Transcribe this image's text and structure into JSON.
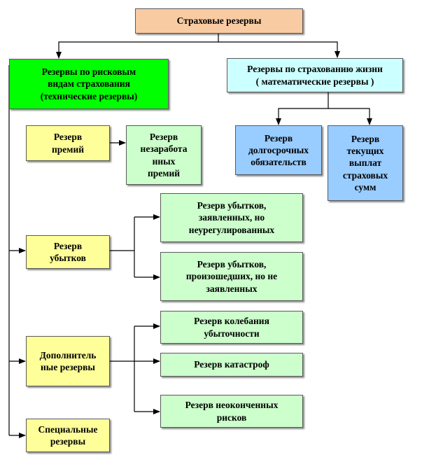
{
  "colors": {
    "root": "#F8CBA2",
    "risk": "#00FF00",
    "life": "#CCFFFF",
    "yellow": "#FFFF9A",
    "lightgreen": "#CCFFCC",
    "blue": "#99CCFF",
    "line": "#000000"
  },
  "nodes": {
    "root": "Страховые резервы",
    "risk": "Резервы по рисковым\nвидам страхования\n(технические резервы)",
    "life": "Резервы по страхованию жизни\n( математические резервы )",
    "premiums": "Резерв\nпремий",
    "unearned": "Резерв\nнезаработа\nнных\nпремий",
    "longterm": "Резерв\nдолгосрочных\nобязательств",
    "current_payments": "Резерв\nтекущих\nвыплат\nстраховых\nсумм",
    "losses": "Резерв\nубытков",
    "claimed_unsettled": "Резерв убытков,\nзаявленных, но\nнеурегулированных",
    "incurred_unreported": "Резерв убытков,\nпроизошедших, но не\nзаявленных",
    "additional": "Дополнитель\nные резервы",
    "fluctuation": "Резерв колебания\nубыточности",
    "catastrophe": "Резерв катастроф",
    "unexpired": "Резерв неоконченных\nрисков",
    "special": "Специальные\nрезервы"
  }
}
